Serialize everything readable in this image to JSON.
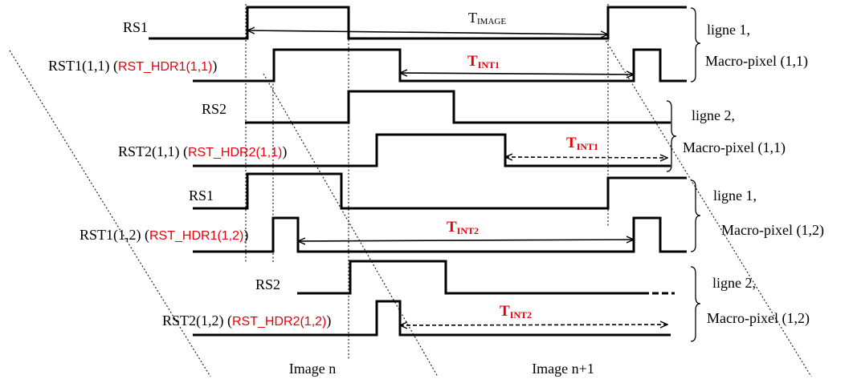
{
  "signals": [
    {
      "id": "rs1_a",
      "label": "RS1"
    },
    {
      "id": "rst1_11",
      "label": "RST1(1,1) (",
      "label_red": "RST_HDR1(1,1)",
      "label_end": ")"
    },
    {
      "id": "rs2_a",
      "label": "RS2"
    },
    {
      "id": "rst2_11",
      "label": "RST2(1,1) (",
      "label_red": "RST_HDR2(1,1)",
      "label_end": ")"
    },
    {
      "id": "rs1_b",
      "label": "RS1"
    },
    {
      "id": "rst1_12",
      "label": "RST1(1,2) (",
      "label_red": "RST_HDR1(1,2)",
      "label_end": ")"
    },
    {
      "id": "rs2_b",
      "label": "RS2"
    },
    {
      "id": "rst2_12",
      "label": "RST2(1,2) (",
      "label_red": "RST_HDR2(1,2)",
      "label_end": ")"
    }
  ],
  "intervals": {
    "t_image": {
      "base": "T",
      "sub": "IMAGE"
    },
    "t_int1_a": {
      "base": "T",
      "sub": "INT1"
    },
    "t_int1_b": {
      "base": "T",
      "sub": "INT1"
    },
    "t_int2_a": {
      "base": "T",
      "sub": "INT2"
    },
    "t_int2_b": {
      "base": "T",
      "sub": "INT2"
    }
  },
  "groups": [
    {
      "line1": "ligne 1,",
      "line2": "Macro-pixel (1,1)"
    },
    {
      "line1": "ligne 2,",
      "line2": "Macro-pixel (1,1)"
    },
    {
      "line1": "ligne 1,",
      "line2": "Macro-pixel (1,2)"
    },
    {
      "line1": "ligne 2,",
      "line2": "Macro-pixel (1,2)"
    }
  ],
  "frames": {
    "image_n": "Image n",
    "image_n1": "Image n+1"
  },
  "colors": {
    "signal": "#000000",
    "highlight": "#e8000b"
  }
}
